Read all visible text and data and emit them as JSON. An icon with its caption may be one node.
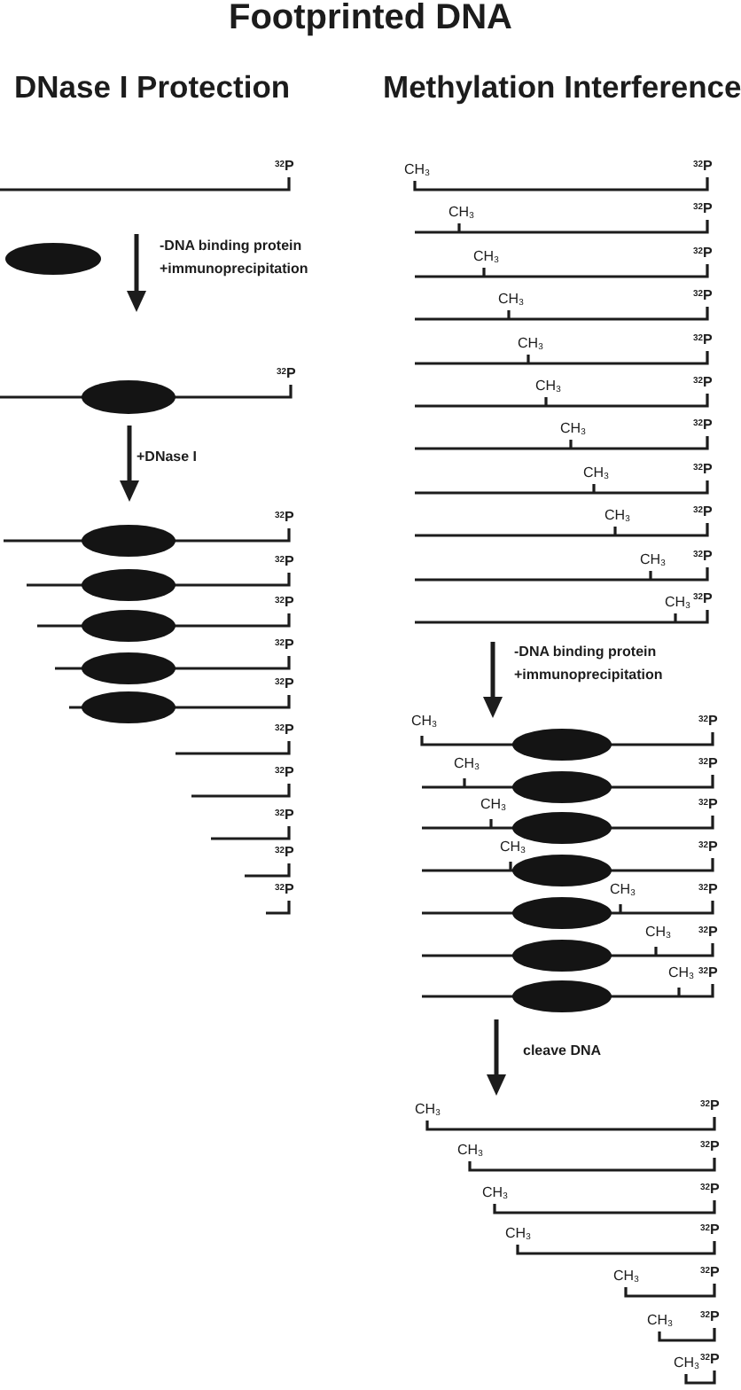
{
  "diagram": {
    "title": "Footprinted DNA",
    "labels": [
      "DNase I Protection",
      "Methylation Interference",
      "$^{32}$P",
      "-DNA binding protein",
      "+immunoprecipitation",
      "$^{32}$P",
      "+DNase I",
      "$^{32}$P",
      "$^{32}$P",
      "$^{32}$P",
      "$^{32}$P",
      "$^{32}$P",
      "$^{32}$P",
      "$^{32}$P",
      "$^{32}$P",
      "$^{32}$P",
      "$^{32}$P",
      "CH$_{3}$",
      "$^{32}$P",
      "CH$_{3}$",
      "$^{32}$P",
      "CH$_{3}$",
      "$^{32}$P",
      "CH$_{3}$",
      "$^{32}$P",
      "CH$_{3}$",
      "$^{32}$P",
      "CH$_{3}$",
      "$^{32}$P",
      "CH$_{3}$",
      "$^{32}$P",
      "CH$_{3}$",
      "$^{32}$P",
      "CH$_{3}$",
      "$^{32}$P",
      "CH$_{3}$",
      "$^{32}$P",
      "CH$_{3}$",
      "$^{32}$P",
      "-DNA binding protein",
      "+immunoprecipitation",
      "CH$_{3}$",
      "$^{32}$P",
      "CH$_{3}$",
      "$^{32}$P",
      "CH$_{3}$",
      "$^{32}$P",
      "CH$_{3}$",
      "$^{32}$P",
      "CH$_{3}$",
      "$^{32}$P",
      "CH$_{3}$",
      "$^{32}$P",
      "CH$_{3}$",
      "$^{32}$P",
      "cleave DNA",
      "CH$_{3}$",
      "$^{32}$P",
      "CH$_{3}$",
      "$^{32}$P",
      "CH$_{3}$",
      "$^{32}$P",
      "CH$_{3}$",
      "$^{32}$P",
      "CH$_{3}$",
      "$^{32}$P",
      "CH$_{3}$",
      "$^{32}$P",
      "CH$_{3}$",
      "$^{32}$P"
    ]
  }
}
